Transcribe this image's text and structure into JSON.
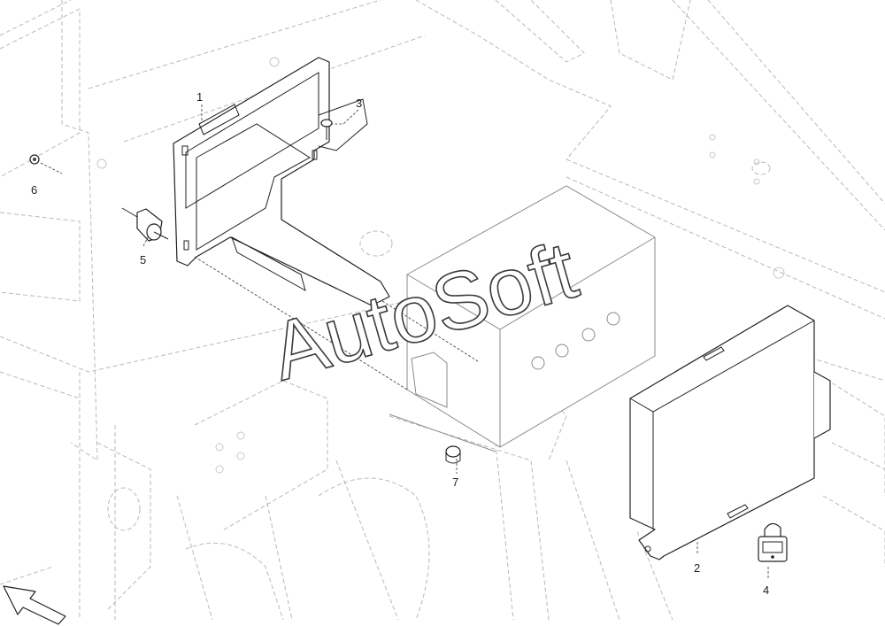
{
  "callouts": [
    {
      "id": "1",
      "text": "1"
    },
    {
      "id": "2",
      "text": "2"
    },
    {
      "id": "3",
      "text": "3"
    },
    {
      "id": "4",
      "text": "4"
    },
    {
      "id": "5",
      "text": "5"
    },
    {
      "id": "6",
      "text": "6"
    },
    {
      "id": "7",
      "text": "7"
    }
  ],
  "watermark": "AutoSoft"
}
